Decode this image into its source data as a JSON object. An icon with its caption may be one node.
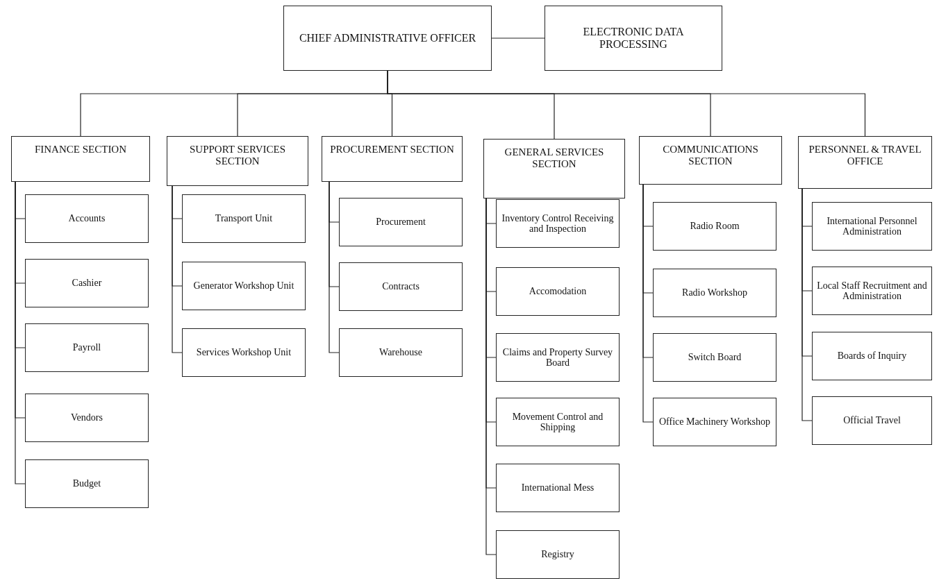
{
  "diagram": {
    "nodes": [
      {
        "text": [
          "CHIEF ADMINISTRATIVE OFFICER"
        ]
      },
      {
        "text": [
          "ELECTRONIC DATA PROCESSING"
        ]
      },
      {
        "text": [
          "FINANCE SECTION"
        ]
      },
      {
        "text": [
          "SUPPORT SERVICES SECTION"
        ]
      },
      {
        "text": [
          "PROCUREMENT SECTION"
        ]
      },
      {
        "text": [
          "GENERAL SERVICES SECTION"
        ]
      },
      {
        "text": [
          "COMMUNICATIONS SECTION"
        ]
      },
      {
        "text": [
          "PERSONNEL & TRAVEL OFFICE"
        ]
      },
      {
        "text": [
          "Accounts"
        ]
      },
      {
        "text": [
          "Cashier"
        ]
      },
      {
        "text": [
          "Payroll"
        ]
      },
      {
        "text": [
          "Vendors"
        ]
      },
      {
        "text": [
          "Budget"
        ]
      },
      {
        "text": [
          "Transport Unit"
        ]
      },
      {
        "text": [
          "Generator Workshop Unit"
        ]
      },
      {
        "text": [
          "Services Workshop Unit"
        ]
      },
      {
        "text": [
          "Procurement"
        ]
      },
      {
        "text": [
          "Contracts"
        ]
      },
      {
        "text": [
          "Warehouse"
        ]
      },
      {
        "text": [
          "Inventory Control Receiving and Inspection"
        ]
      },
      {
        "text": [
          "Accomodation"
        ]
      },
      {
        "text": [
          "Claims and Property Survey Board"
        ]
      },
      {
        "text": [
          "Movement Control and Shipping"
        ]
      },
      {
        "text": [
          "International Mess"
        ]
      },
      {
        "text": [
          "Registry"
        ]
      },
      {
        "text": [
          "Radio Room"
        ]
      },
      {
        "text": [
          "Radio Workshop"
        ]
      },
      {
        "text": [
          "Switch Board"
        ]
      },
      {
        "text": [
          "Office Machinery Workshop"
        ]
      },
      {
        "text": [
          "International Personnel Administration"
        ]
      },
      {
        "text": [
          "Local Staff Recruitment and Administration"
        ]
      },
      {
        "text": [
          "Boards of Inquiry"
        ]
      },
      {
        "text": [
          "Official Travel"
        ]
      }
    ],
    "edges": [
      {
        "from": 0,
        "to": 1,
        "arrow": "none"
      },
      {
        "from": 0,
        "to": 2,
        "arrow": "none"
      },
      {
        "from": 0,
        "to": 3,
        "arrow": "none"
      },
      {
        "from": 0,
        "to": 4,
        "arrow": "none"
      },
      {
        "from": 0,
        "to": 5,
        "arrow": "none"
      },
      {
        "from": 0,
        "to": 6,
        "arrow": "none"
      },
      {
        "from": 0,
        "to": 7,
        "arrow": "none"
      },
      {
        "from": 2,
        "to": 8,
        "arrow": "none"
      },
      {
        "from": 2,
        "to": 9,
        "arrow": "none"
      },
      {
        "from": 2,
        "to": 10,
        "arrow": "none"
      },
      {
        "from": 2,
        "to": 11,
        "arrow": "none"
      },
      {
        "from": 2,
        "to": 12,
        "arrow": "none"
      },
      {
        "from": 3,
        "to": 13,
        "arrow": "none"
      },
      {
        "from": 3,
        "to": 14,
        "arrow": "none"
      },
      {
        "from": 3,
        "to": 15,
        "arrow": "none"
      },
      {
        "from": 4,
        "to": 16,
        "arrow": "none"
      },
      {
        "from": 4,
        "to": 17,
        "arrow": "none"
      },
      {
        "from": 4,
        "to": 18,
        "arrow": "none"
      },
      {
        "from": 5,
        "to": 19,
        "arrow": "none"
      },
      {
        "from": 5,
        "to": 20,
        "arrow": "none"
      },
      {
        "from": 5,
        "to": 21,
        "arrow": "none"
      },
      {
        "from": 5,
        "to": 22,
        "arrow": "none"
      },
      {
        "from": 5,
        "to": 23,
        "arrow": "none"
      },
      {
        "from": 5,
        "to": 24,
        "arrow": "none"
      },
      {
        "from": 6,
        "to": 25,
        "arrow": "none"
      },
      {
        "from": 6,
        "to": 26,
        "arrow": "none"
      },
      {
        "from": 6,
        "to": 27,
        "arrow": "none"
      },
      {
        "from": 6,
        "to": 28,
        "arrow": "none"
      },
      {
        "from": 7,
        "to": 29,
        "arrow": "none"
      },
      {
        "from": 7,
        "to": 30,
        "arrow": "none"
      },
      {
        "from": 7,
        "to": 31,
        "arrow": "none"
      },
      {
        "from": 7,
        "to": 32,
        "arrow": "none"
      }
    ]
  }
}
